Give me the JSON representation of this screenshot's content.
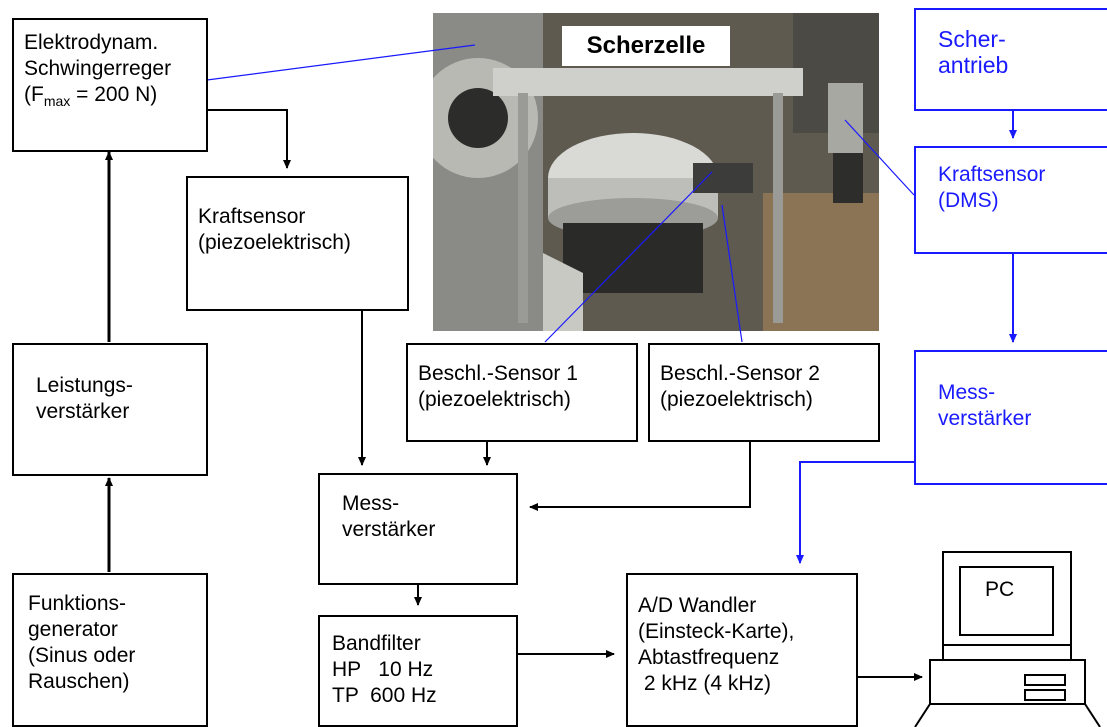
{
  "photo": {
    "label": "Scherzelle"
  },
  "boxes": {
    "exciter": {
      "l1": "Elektrodynam.",
      "l2": "Schwingerreger",
      "l3_pre": "(F",
      "l3_sub": "max",
      "l3_post": " = 200 N)"
    },
    "amplifier": {
      "l1": "Leistungs-",
      "l2": "verstärker"
    },
    "generator": {
      "l1": "Funktions-",
      "l2": "generator",
      "l3": "(Sinus oder",
      "l4": "Rauschen)"
    },
    "force_sensor": {
      "l1": "Kraftsensor",
      "l2": "(piezoelektrisch)"
    },
    "accel1": {
      "l1": "Beschl.-Sensor 1",
      "l2": "(piezoelektrisch)"
    },
    "accel2": {
      "l1": "Beschl.-Sensor 2",
      "l2": "(piezoelektrisch)"
    },
    "meas_amp": {
      "l1": "Mess-",
      "l2": "verstärker"
    },
    "bandfilter": {
      "l1": "Bandfilter",
      "l2": "HP   10 Hz",
      "l3": "TP  600 Hz"
    },
    "adc": {
      "l1": "A/D Wandler",
      "l2": "(Einsteck-Karte),",
      "l3": "Abtastfrequenz",
      "l4": " 2 kHz (4 kHz)"
    },
    "shear_drive": {
      "l1": "Scher-",
      "l2": "antrieb"
    },
    "dms_sensor": {
      "l1": "Kraftsensor",
      "l2": "(DMS)"
    },
    "dms_amp": {
      "l1": "Mess-",
      "l2": "verstärker"
    }
  },
  "pc": {
    "label": "PC"
  },
  "colors": {
    "black_path": "#000000",
    "blue_path": "#1a1aff"
  }
}
